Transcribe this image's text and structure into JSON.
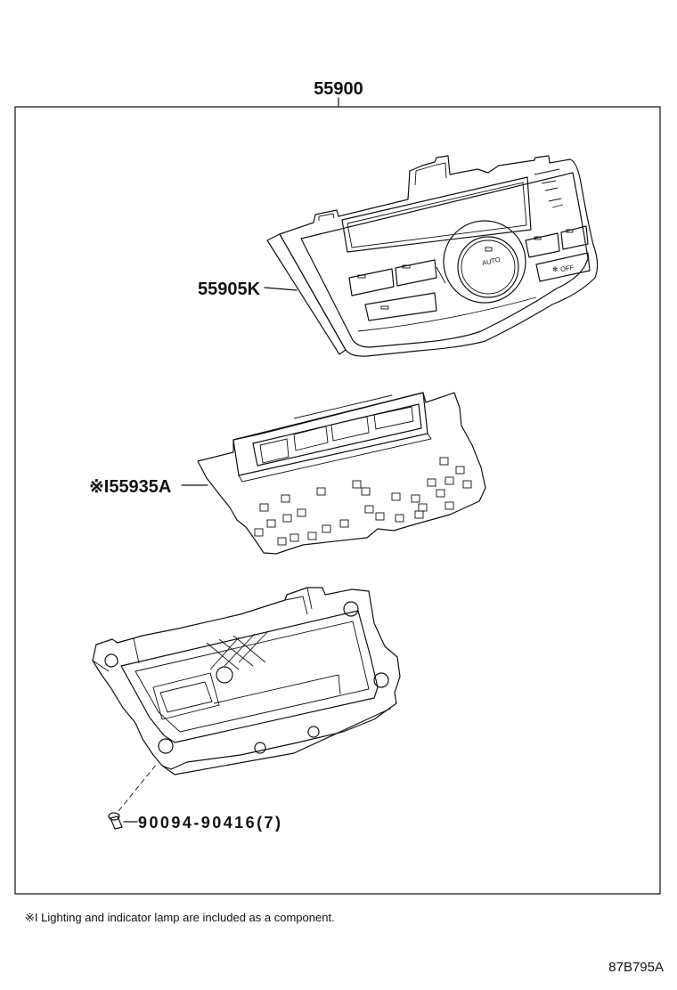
{
  "assembly": {
    "part_number": "55900"
  },
  "parts": [
    {
      "label": "55905K"
    },
    {
      "label": "※I55935A"
    },
    {
      "label": "90094-90416(7)"
    }
  ],
  "panel_labels": {
    "auto": "AUTO",
    "off": "OFF"
  },
  "footnote": "※I Lighting and indicator lamp are included as a component.",
  "illustration_id": "87B795A"
}
